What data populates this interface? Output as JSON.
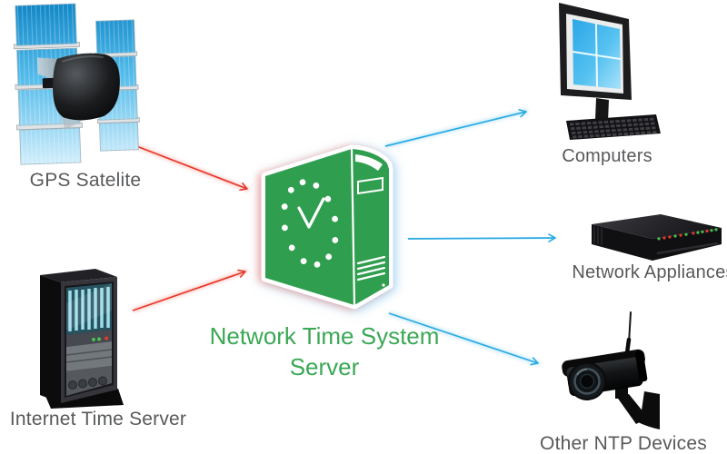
{
  "nodes": {
    "gps_satellite": {
      "label": "GPS Satelite",
      "icon": "satellite-icon"
    },
    "internet_time_server": {
      "label": "Internet Time Server",
      "icon": "server-rack-icon"
    },
    "server": {
      "label_line1": "Network Time System",
      "label_line2": "Server",
      "icon": "clock-server-icon"
    },
    "computers": {
      "label": "Computers",
      "icon": "desktop-computer-icon"
    },
    "network_appliances": {
      "label": "Network Appliances",
      "icon": "network-switch-icon"
    },
    "other_ntp_devices": {
      "label": "Other NTP Devices",
      "icon": "security-camera-icon"
    }
  },
  "connections": [
    {
      "from": "GPS Satelite",
      "to": "Network Time System Server",
      "direction": "in",
      "color": "#e8392b"
    },
    {
      "from": "Internet Time Server",
      "to": "Network Time System Server",
      "direction": "in",
      "color": "#e8392b"
    },
    {
      "from": "Network Time System Server",
      "to": "Computers",
      "direction": "out",
      "color": "#29abe2"
    },
    {
      "from": "Network Time System Server",
      "to": "Network Appliances",
      "direction": "out",
      "color": "#29abe2"
    },
    {
      "from": "Network Time System Server",
      "to": "Other NTP Devices",
      "direction": "out",
      "color": "#29abe2"
    }
  ],
  "colors": {
    "background": "#ffffff",
    "arrow_in": "#e8392b",
    "arrow_out": "#29abe2",
    "server_green": "#2f9e4f",
    "label_green": "#3aa854",
    "label_gray": "#58595b",
    "panel_blue": "#1588c9",
    "screen_blue": "#45c0f0"
  }
}
